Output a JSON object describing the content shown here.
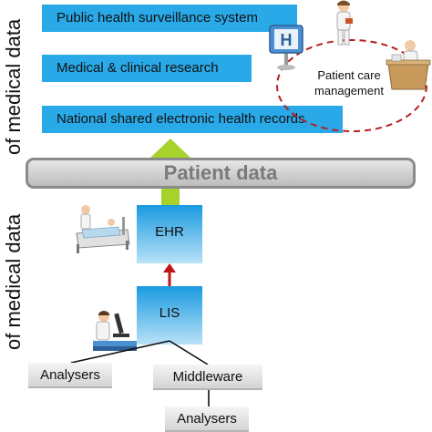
{
  "vertical_labels": {
    "upper": "of medical data",
    "lower": "of medical data"
  },
  "blue_boxes": [
    "Public health surveillance system",
    "Medical & clinical research",
    "National shared electronic health records"
  ],
  "patient_data": "Patient data",
  "ellipse_label": "Patient care management",
  "systems": {
    "ehr": "EHR",
    "lis": "LIS"
  },
  "devices": {
    "analysers_left": "Analysers",
    "middleware": "Middleware",
    "analysers_bottom": "Analysers"
  },
  "icons": {
    "hospital_sign": "H"
  },
  "colors": {
    "blue_box": "#29a9e8",
    "ehr_box_top": "#1a9ae0",
    "up_arrow": "#a5d22b",
    "red_arrow": "#c0141b",
    "ellipse": "#b52020"
  }
}
